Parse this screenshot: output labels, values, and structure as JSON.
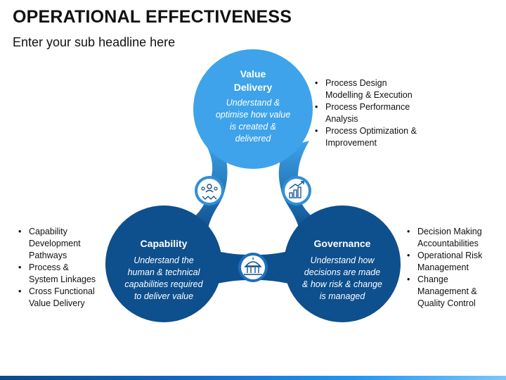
{
  "header": {
    "title": "OPERATIONAL EFFECTIVENESS",
    "subtitle": "Enter your sub headline here"
  },
  "nodes": {
    "value_delivery": {
      "title_line1": "Value",
      "title_line2": "Delivery",
      "desc_lines": [
        "Understand &",
        "optimise how value",
        "is created &",
        "delivered"
      ],
      "color": "#3ea3ea"
    },
    "capability": {
      "title": "Capability",
      "desc_lines": [
        "Understand the",
        "human & technical",
        "capabilities required",
        "to deliver value"
      ],
      "color": "#0e4f8d"
    },
    "governance": {
      "title": "Governance",
      "desc_lines": [
        "Understand how",
        "decisions are made",
        "& how risk & change",
        "is managed"
      ],
      "color": "#0e4f8d"
    }
  },
  "bullets": {
    "value_delivery": [
      [
        "Process Design",
        "Modelling & Execution"
      ],
      [
        "Process Performance",
        "Analysis"
      ],
      [
        "Process Optimization &",
        "Improvement"
      ]
    ],
    "capability": [
      [
        "Capability",
        "Development",
        "Pathways"
      ],
      [
        "Process &",
        "System Linkages"
      ],
      [
        "Cross Functional",
        "Value Delivery"
      ]
    ],
    "governance": [
      [
        "Decision Making",
        "Accountabilities"
      ],
      [
        "Operational Risk",
        "Management"
      ],
      [
        "Change",
        "Management &",
        "Quality Control"
      ]
    ]
  },
  "icons": {
    "left_connector": "team-network-icon",
    "right_connector": "growth-chart-icon",
    "bottom_connector": "government-building-icon"
  }
}
